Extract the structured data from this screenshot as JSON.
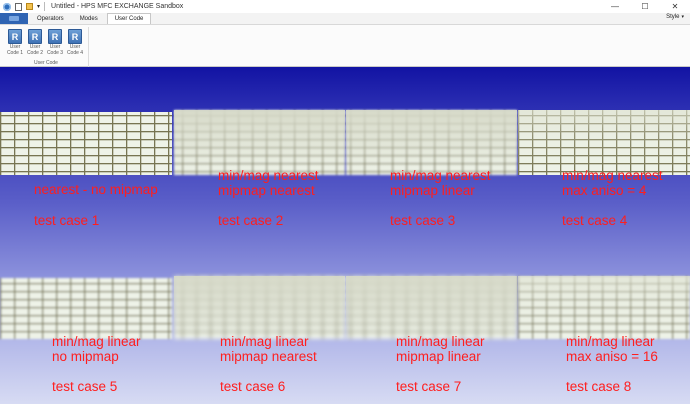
{
  "window": {
    "title": "Untitled - HPS MFC EXCHANGE Sandbox",
    "controls": [
      "—",
      "☐",
      "✕"
    ]
  },
  "ribbon": {
    "file_tab": "",
    "tabs": [
      {
        "label": "Operators",
        "active": false
      },
      {
        "label": "Modes",
        "active": false
      },
      {
        "label": "User Code",
        "active": true
      }
    ],
    "style_menu": "Style",
    "group": {
      "label": "User Code",
      "buttons": [
        {
          "glyph": "R",
          "line1": "User",
          "line2": "Code 1"
        },
        {
          "glyph": "R",
          "line1": "User",
          "line2": "Code 2"
        },
        {
          "glyph": "R",
          "line1": "User",
          "line2": "Code 3"
        },
        {
          "glyph": "R",
          "line1": "User",
          "line2": "Code 4"
        }
      ]
    }
  },
  "viewport": {
    "top_row": [
      {
        "line1": "nearest - no mipmap",
        "line2": "",
        "case": "test case 1"
      },
      {
        "line1": "min/mag nearest",
        "line2": "mipmap nearest",
        "case": "test case 2"
      },
      {
        "line1": "min/mag nearest",
        "line2": "mipmap linear",
        "case": "test case 3"
      },
      {
        "line1": "min/mag nearest",
        "line2": "max aniso = 4",
        "case": "test case 4"
      }
    ],
    "bottom_row": [
      {
        "line1": "min/mag linear",
        "line2": "no mipmap",
        "case": "test case 5"
      },
      {
        "line1": "min/mag linear",
        "line2": "mipmap nearest",
        "case": "test case 6"
      },
      {
        "line1": "min/mag linear",
        "line2": "mipmap linear",
        "case": "test case 7"
      },
      {
        "line1": "min/mag linear",
        "line2": "max aniso = 16",
        "case": "test case 8"
      }
    ],
    "colors": {
      "text": "#ff1e1e",
      "sky_top": "#1213a3",
      "floor": "#e9efe2",
      "grout": "#7d7a55"
    }
  }
}
